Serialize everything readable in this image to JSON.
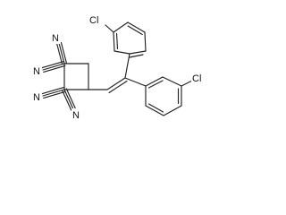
{
  "molecule": {
    "atoms": {
      "cl_top": "Cl",
      "cl_right": "Cl",
      "n1": "N",
      "n2": "N",
      "n3": "N",
      "n4": "N"
    }
  }
}
